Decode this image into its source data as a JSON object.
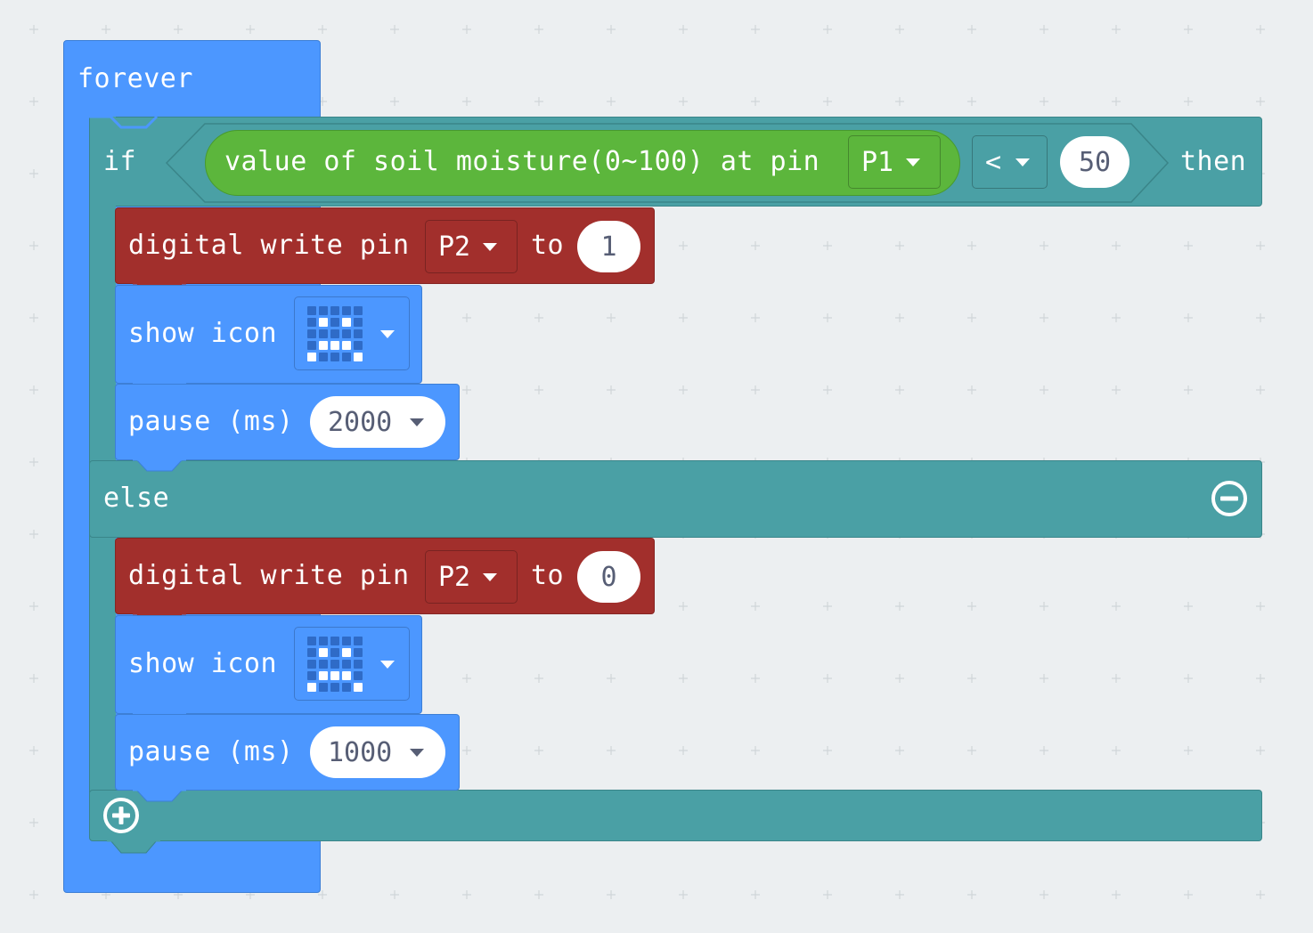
{
  "forever": {
    "label": "forever",
    "color": "#4c97ff"
  },
  "if_block": {
    "if_label": "if",
    "then_label": "then",
    "else_label": "else",
    "color": "#4aa0a5",
    "condition": {
      "sensor_label": "value of soil moisture(0~100) at pin",
      "pin": "P1",
      "operator": "<",
      "compare_value": "50",
      "sensor_color": "#5cb63c"
    },
    "remove_else_icon": "minus-circle-icon",
    "add_branch_icon": "plus-circle-icon"
  },
  "then_branch": {
    "digital_write": {
      "label": "digital write pin",
      "pin": "P2",
      "to_label": "to",
      "value": "1"
    },
    "show_icon": {
      "label": "show icon",
      "icon": "happy-face",
      "leds": [
        [
          0,
          0,
          0,
          0,
          0
        ],
        [
          0,
          1,
          0,
          1,
          0
        ],
        [
          0,
          0,
          0,
          0,
          0
        ],
        [
          0,
          1,
          1,
          1,
          0
        ],
        [
          1,
          0,
          0,
          0,
          1
        ]
      ]
    },
    "pause": {
      "label": "pause (ms)",
      "value": "2000"
    }
  },
  "else_branch": {
    "digital_write": {
      "label": "digital write pin",
      "pin": "P2",
      "to_label": "to",
      "value": "0"
    },
    "show_icon": {
      "label": "show icon",
      "icon": "sad-face",
      "leds": [
        [
          0,
          0,
          0,
          0,
          0
        ],
        [
          0,
          1,
          0,
          1,
          0
        ],
        [
          0,
          0,
          0,
          0,
          0
        ],
        [
          0,
          1,
          1,
          1,
          0
        ],
        [
          1,
          0,
          0,
          0,
          1
        ]
      ]
    },
    "pause": {
      "label": "pause (ms)",
      "value": "1000"
    }
  },
  "colors": {
    "workspace": "#eceff1",
    "pins_block": "#a22f2c",
    "basic_block": "#4c97ff",
    "logic_block": "#4aa0a5",
    "text_dark": "#575e75"
  }
}
